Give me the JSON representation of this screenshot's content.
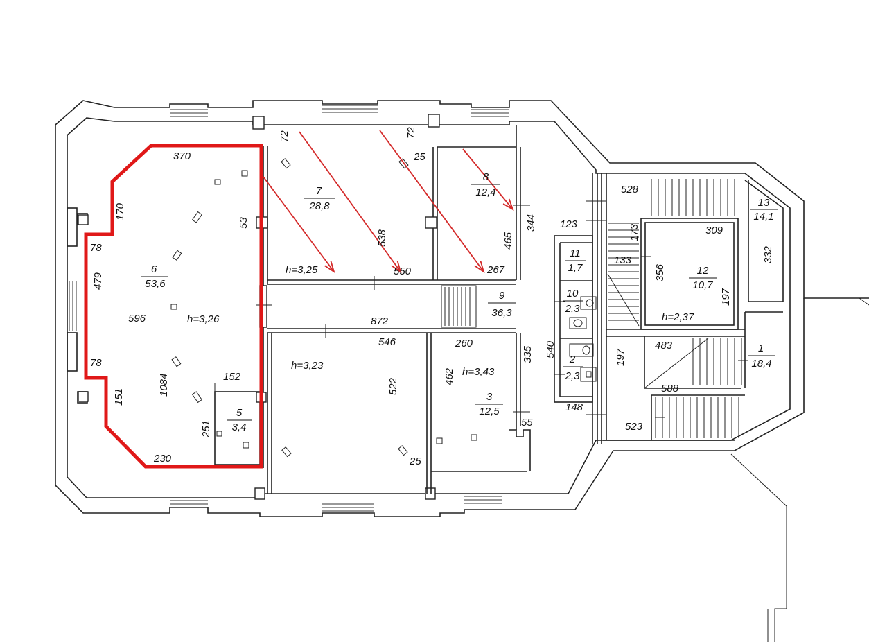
{
  "plan": {
    "highlight_color": "#e01818",
    "arrow_color": "#d42a2a",
    "rooms": [
      {
        "id": "1",
        "number": "1",
        "area": "18,4"
      },
      {
        "id": "2",
        "number": "2",
        "area": "2,3"
      },
      {
        "id": "3",
        "number": "3",
        "area": "12,5"
      },
      {
        "id": "5",
        "number": "5",
        "area": "3,4"
      },
      {
        "id": "6",
        "number": "6",
        "area": "53,6"
      },
      {
        "id": "7",
        "number": "7",
        "area": "28,8"
      },
      {
        "id": "8",
        "number": "8",
        "area": "12,4"
      },
      {
        "id": "9",
        "number": "9",
        "area": "36,3"
      },
      {
        "id": "10",
        "number": "10",
        "area": "2,3"
      },
      {
        "id": "11",
        "number": "11",
        "area": "1,7"
      },
      {
        "id": "12",
        "number": "12",
        "area": "10,7"
      },
      {
        "id": "13",
        "number": "13",
        "area": "14,1"
      }
    ],
    "heights": {
      "room6": "h=3,26",
      "room7": "h=3,25",
      "room_bottom_center": "h=3,23",
      "room3": "h=3,43",
      "room12": "h=2,37"
    },
    "dimensions": {
      "d370": "370",
      "d170": "170",
      "d78a": "78",
      "d479": "479",
      "d596": "596",
      "d78b": "78",
      "d1084": "1084",
      "d151": "151",
      "d230": "230",
      "d152": "152",
      "d251": "251",
      "d53": "53",
      "d72a": "72",
      "d72b": "72",
      "d25a": "25",
      "d538": "538",
      "d550": "550",
      "d267": "267",
      "d465": "465",
      "d344": "344",
      "d872": "872",
      "d546": "546",
      "d522": "522",
      "d25b": "25",
      "d260": "260",
      "d462": "462",
      "d335": "335",
      "d55": "55",
      "d540": "540",
      "d123": "123",
      "d148": "148",
      "d528": "528",
      "d173": "173",
      "d133": "133",
      "d309": "309",
      "d356": "356",
      "d197a": "197",
      "d332": "332",
      "d197b": "197",
      "d483": "483",
      "d588": "588",
      "d523": "523"
    }
  }
}
